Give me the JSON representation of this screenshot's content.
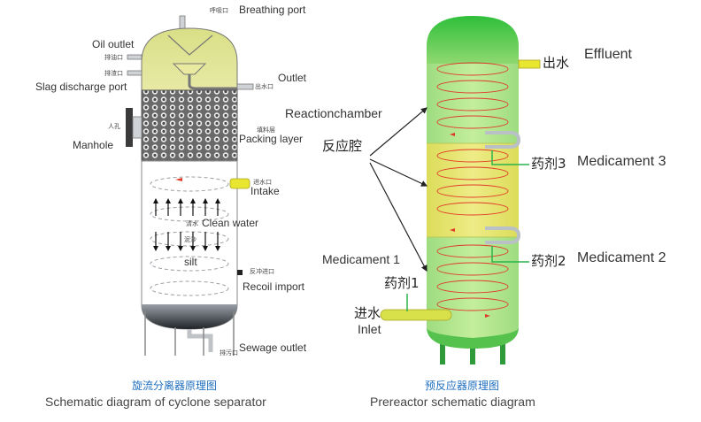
{
  "cyclone": {
    "labels": {
      "breathing_cn": "呼吸口",
      "breathing": "Breathing port",
      "oil_outlet": "Oil outlet",
      "oil_cn": "排油口",
      "slag_cn": "排渣口",
      "slag": "Slag discharge port",
      "outlet": "Outlet",
      "outlet_cn": "出水口",
      "reaction_chamber": "Reactionchamber",
      "manhole_cn": "人孔",
      "manhole": "Manhole",
      "packing_cn": "填料层",
      "packing": "Packing layer",
      "intake_cn": "进水口",
      "intake": "Intake",
      "clean_cn": "清水",
      "clean": "Clean water",
      "silt_cn": "泥沙",
      "silt": "silt",
      "recoil_cn": "反冲进口",
      "recoil": "Recoil import",
      "sewage_cn": "排污口",
      "sewage": "Sewage outlet"
    },
    "caption_cn": "旋流分离器原理图",
    "caption_en": "Schematic diagram of cyclone separator"
  },
  "prereactor": {
    "labels": {
      "effluent_cn": "出水",
      "effluent": "Effluent",
      "reaction_cn": "反应腔",
      "med3_cn": "药剂3",
      "med3": "Medicament 3",
      "med2_cn": "药剂2",
      "med2": "Medicament 2",
      "med1": "Medicament 1",
      "med1_cn": "药剂1",
      "inlet_cn": "进水",
      "inlet": "Inlet"
    },
    "caption_cn": "预反应器原理图",
    "caption_en": "Prereactor schematic diagram"
  },
  "colors": {
    "yellow_green": "#dfe58a",
    "light_green": "#9fe07a",
    "chamber_yellow": "#e8e66a",
    "arrow_red": "#e03a2a",
    "caption_blue": "#1f6fbf",
    "pipe_yellow": "#e8e630"
  }
}
